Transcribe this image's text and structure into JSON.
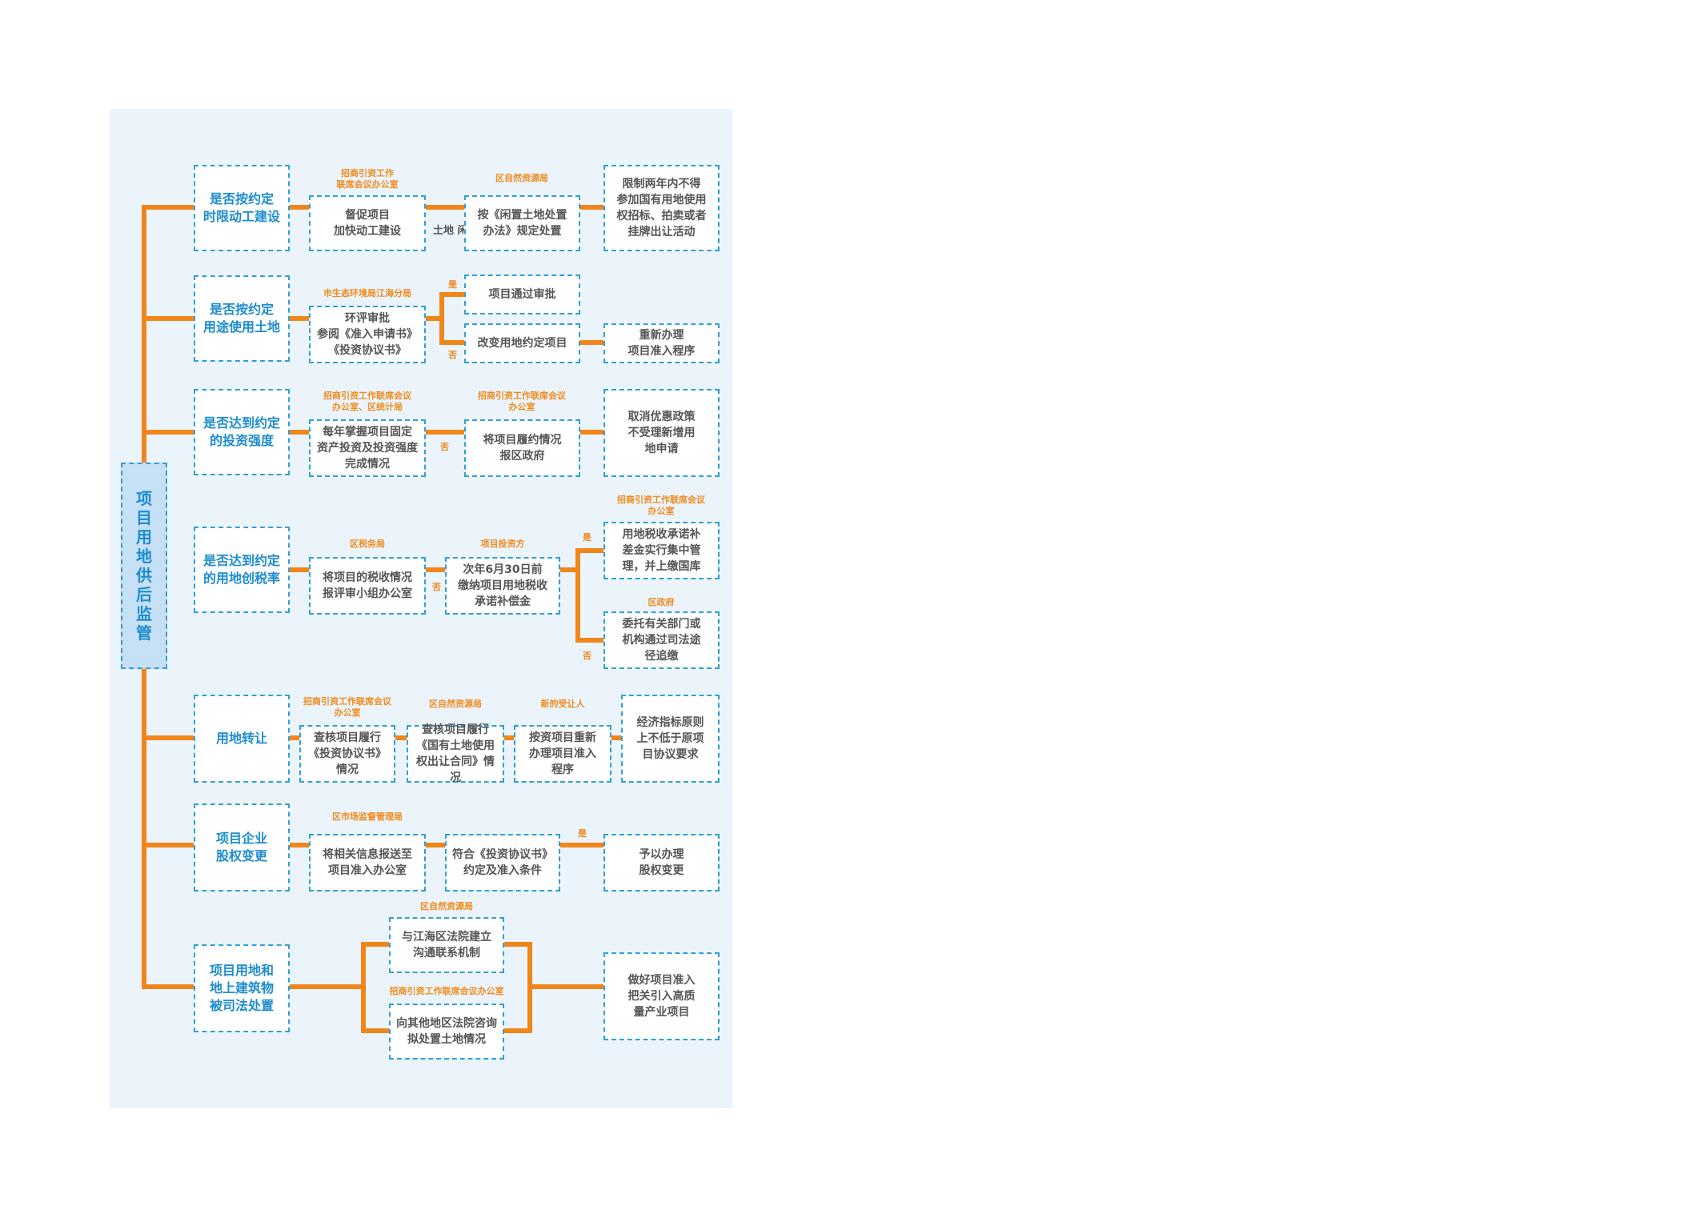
{
  "root": "项目用地供后监管",
  "rows": [
    {
      "category": "是否按约定\n时限动工建设",
      "dept1": "招商引资工作\n联席会议办公室",
      "step1": "督促项目\n加快动工建设",
      "cond": "土地\n闲置",
      "dept2": "区自然资源局",
      "step2": "按《闲置土地处置\n办法》规定处置",
      "result": "限制两年内不得\n参加国有用地使用\n权招标、拍卖或者\n挂牌出让活动"
    },
    {
      "category": "是否按约定\n用途使用土地",
      "dept1": "市生态环境局江海分局",
      "step1": "环评审批\n参阅《准入申请书》\n《投资协议书》",
      "yes": "是",
      "no": "否",
      "branch_yes": "项目通过审批",
      "branch_no": "改变用地约定项目",
      "result": "重新办理\n项目准入程序"
    },
    {
      "category": "是否达到约定\n的投资强度",
      "dept1": "招商引资工作联席会议\n办公室、区统计局",
      "step1": "每年掌握项目固定\n资产投资及投资强度\n完成情况",
      "no": "否",
      "dept2": "招商引资工作联席会议\n办公室",
      "step2": "将项目履约情况\n报区政府",
      "result": "取消优惠政策\n不受理新增用\n地申请"
    },
    {
      "category": "是否达到约定\n的用地创税率",
      "dept1": "区税务局",
      "step1": "将项目的税收情况\n报评审小组办公室",
      "no": "否",
      "dept2": "项目投资方",
      "step2": "次年6月30日前\n缴纳项目用地税收\n承诺补偿金",
      "yes": "是",
      "no2": "否",
      "dept_yes": "招商引资工作联席会议\n办公室",
      "result_yes": "用地税收承诺补\n差金实行集中管\n理，并上缴国库",
      "dept_no": "区政府",
      "result_no": "委托有关部门或\n机构通过司法途\n径追缴"
    },
    {
      "category": "用地转让",
      "dept1": "招商引资工作联席会议\n办公室",
      "step1": "查核项目履行\n《投资协议书》\n情况",
      "dept2": "区自然资源局",
      "step2": "查核项目履行\n《国有土地使用\n权出让合同》情况",
      "dept3": "新的受让人",
      "step3": "按资项目重新\n办理项目准入\n程序",
      "result": "经济指标原则\n上不低于原项\n目协议要求"
    },
    {
      "category": "项目企业\n股权变更",
      "dept1": "区市场监督管理局",
      "step1": "将相关信息报送至\n项目准入办公室",
      "step2": "符合《投资协议书》\n约定及准入条件",
      "yes": "是",
      "result": "予以办理\n股权变更"
    },
    {
      "category": "项目用地和\n地上建筑物\n被司法处置",
      "dept_a": "区自然资源局",
      "step_a": "与江海区法院建立\n沟通联系机制",
      "dept_b": "招商引资工作联席会议办公室",
      "step_b": "向其他地区法院咨询\n拟处置土地情况",
      "result": "做好项目准入\n把关引入高质\n量产业项目"
    }
  ]
}
